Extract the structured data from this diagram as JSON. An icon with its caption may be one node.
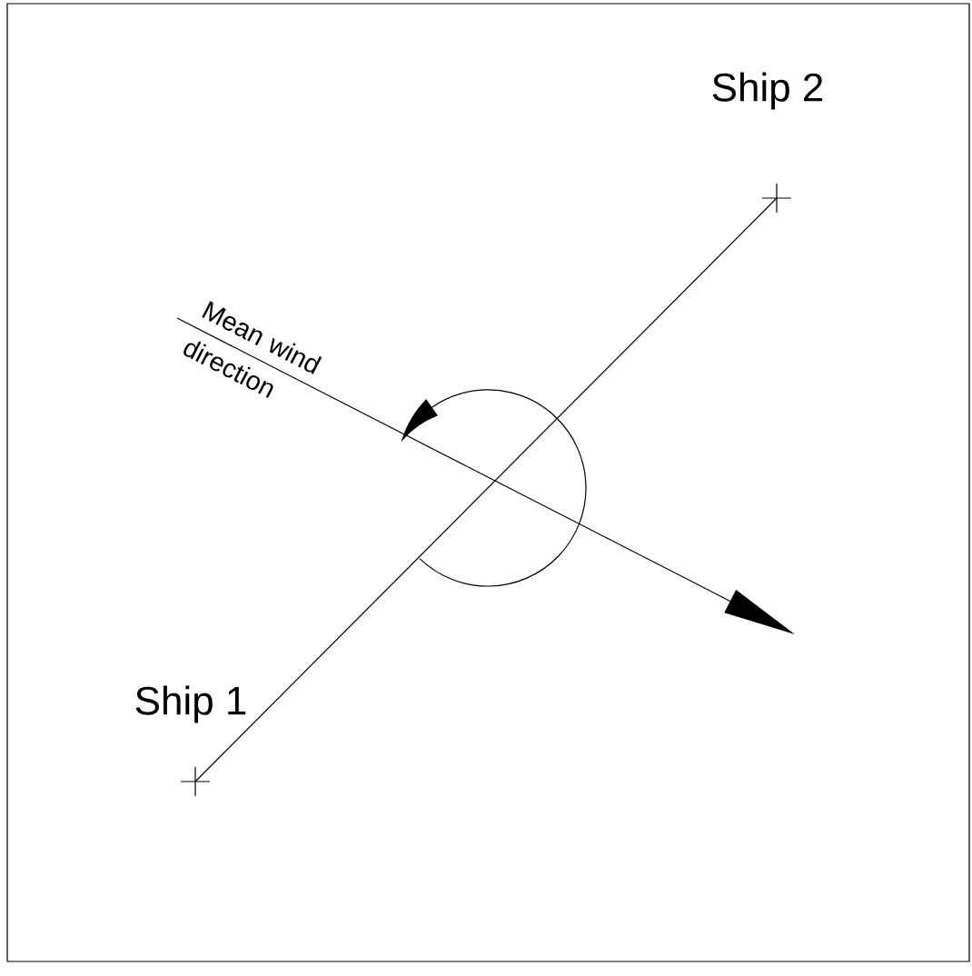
{
  "diagram": {
    "nodes": [
      {
        "text": [],
        "shape": "cross",
        "beside": [
          "Ship 1"
        ]
      },
      {
        "text": [],
        "shape": "cross",
        "beside": [
          "Ship 2"
        ]
      }
    ],
    "edges": [
      {
        "from": 0,
        "to": 1,
        "arrow": "none"
      }
    ],
    "labels": [
      "Mean wind direction"
    ]
  }
}
